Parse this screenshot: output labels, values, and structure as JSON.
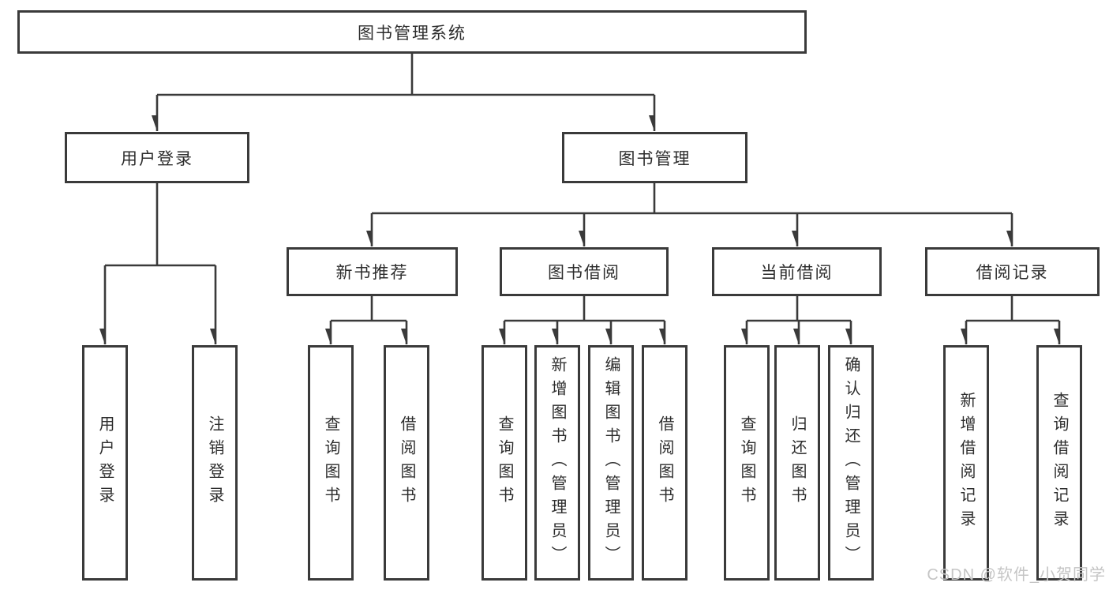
{
  "diagram": {
    "type": "hierarchy-tree",
    "root": {
      "label": "图书管理系统"
    },
    "branches": [
      {
        "id": "user-login",
        "label": "用户登录"
      },
      {
        "id": "book-management",
        "label": "图书管理"
      }
    ],
    "modules": [
      {
        "id": "new-book-recommendation",
        "label": "新书推荐",
        "parent": "图书管理"
      },
      {
        "id": "book-borrowing",
        "label": "图书借阅",
        "parent": "图书管理"
      },
      {
        "id": "current-borrowing",
        "label": "当前借阅",
        "parent": "图书管理"
      },
      {
        "id": "borrowing-records",
        "label": "借阅记录",
        "parent": "图书管理"
      }
    ],
    "functions": [
      {
        "label": "用户登录",
        "parent": "用户登录"
      },
      {
        "label": "注销登录",
        "parent": "用户登录"
      },
      {
        "label": "查询图书",
        "parent": "新书推荐"
      },
      {
        "label": "借阅图书",
        "parent": "新书推荐"
      },
      {
        "label": "查询图书",
        "parent": "图书借阅"
      },
      {
        "label": "新增图书（管理员）",
        "parent": "图书借阅"
      },
      {
        "label": "编辑图书（管理员）",
        "parent": "图书借阅"
      },
      {
        "label": "借阅图书",
        "parent": "图书借阅"
      },
      {
        "label": "查询图书",
        "parent": "当前借阅"
      },
      {
        "label": "归还图书",
        "parent": "当前借阅"
      },
      {
        "label": "确认归还（管理员）",
        "parent": "当前借阅"
      },
      {
        "label": "新增借阅记录",
        "parent": "借阅记录"
      },
      {
        "label": "查询借阅记录",
        "parent": "借阅记录"
      }
    ]
  },
  "watermark": {
    "text": "CSDN @软件_小贺同学"
  },
  "colors": {
    "line": "#3a3a3a",
    "text": "#2d2d2d",
    "watermark": "#c5c5c5",
    "background": "#ffffff"
  }
}
